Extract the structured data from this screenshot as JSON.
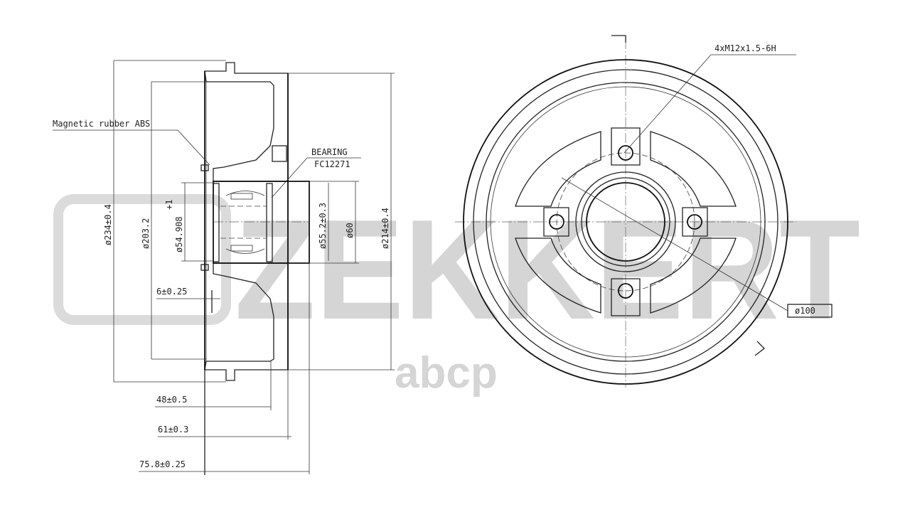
{
  "watermark": {
    "brand": "ZEKKERT",
    "site": "аbср",
    "color": "#c8c8c8"
  },
  "section_view": {
    "labels": {
      "abs": "Magnetic rubber ABS",
      "bearing_title": "BEARING",
      "bearing_code": "FC12271"
    },
    "dimensions": {
      "d_outer": "ø234±0.4",
      "d_drum": "ø203.2",
      "d_bore": "ø54.908",
      "d_bore_tol": "+1",
      "d_hub_inner": "ø55.2±0.3",
      "d_hub_outer": "ø60",
      "d_flange": "ø214±0.4",
      "abs_offset": "6±0.25",
      "depth_48": "48±0.5",
      "depth_61": "61±0.3",
      "depth_total": "75.8±0.25"
    }
  },
  "front_view": {
    "thread": "4xM12x1.5-6H",
    "pcd": "ø100"
  },
  "colors": {
    "line": "#222222",
    "watermark": "#c8c8c8"
  }
}
